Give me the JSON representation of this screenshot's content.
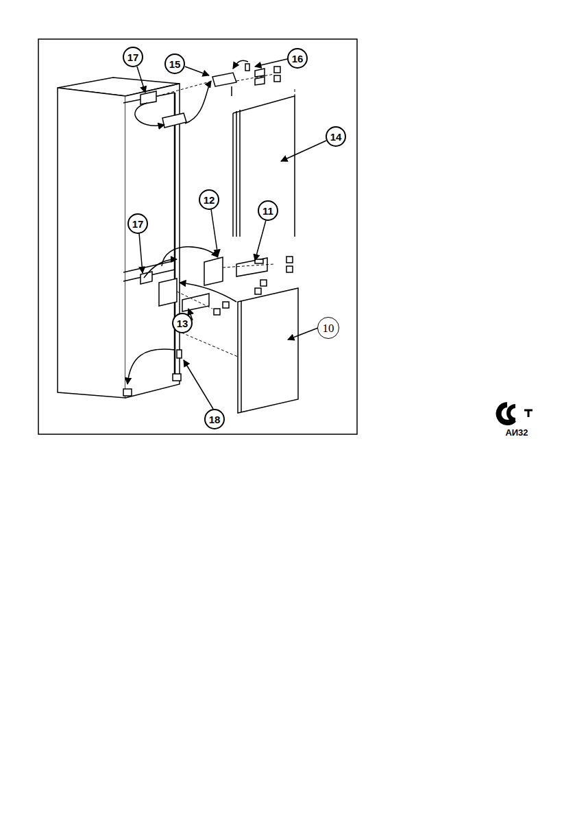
{
  "diagram": {
    "labels": [
      "17",
      "15",
      "16",
      "14",
      "12",
      "11",
      "17",
      "13",
      "10",
      "18",
      "АИ32"
    ]
  }
}
